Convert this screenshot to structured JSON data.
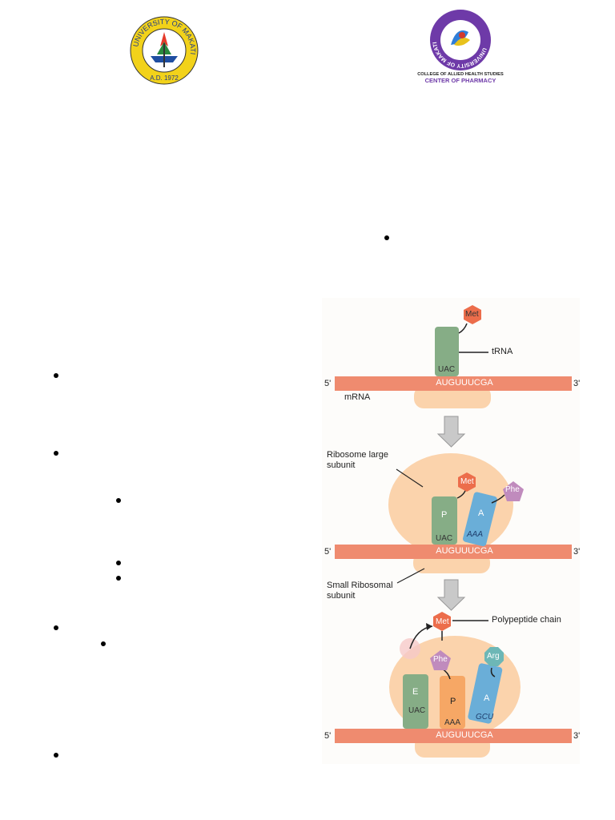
{
  "logos": {
    "left": {
      "ring_text": "UNIVERSITY OF MAKATI",
      "year": "A.D. 1972"
    },
    "right": {
      "ring_text": "UNIVERSITY OF MAKATI",
      "college": "COLLEGE OF ALLIED HEALTH STUDIES",
      "center": "CENTER OF PHARMACY"
    }
  },
  "colors": {
    "mrna": "#ef8b6f",
    "ribosome": "#fbd3ac",
    "trna_green": "#86ad86",
    "trna_blue": "#6aaed8",
    "trna_orange": "#f6a765",
    "met": "#ec6d4b",
    "phe": "#c08bbd",
    "arg": "#6db7b6",
    "arrow": "#c9c9c9",
    "logo_gold": "#f2d21a",
    "logo_blue": "#1f4ea1",
    "logo_purple": "#6e3aa8"
  },
  "diagram": {
    "panel1": {
      "five_prime": "5'",
      "three_prime": "3'",
      "sequence": "AUGUUUCGA",
      "mrna_label": "mRNA",
      "trna_label": "tRNA",
      "anticodon": "UAC",
      "amino_acid": "Met"
    },
    "panel2": {
      "large_subunit_label": "Ribosome large subunit",
      "small_subunit_label": "Small Ribosomal subunit",
      "five_prime": "5'",
      "three_prime": "3'",
      "sequence": "AUGUUUCGA",
      "p_site": "P",
      "a_site": "A",
      "p_anticodon": "UAC",
      "a_anticodon": "AAA",
      "met": "Met",
      "phe": "Phe"
    },
    "panel3": {
      "polypeptide_label": "Polypeptide chain",
      "five_prime": "5'",
      "three_prime": "3'",
      "sequence": "AUGUUUCGA",
      "e_site": "E",
      "p_site": "P",
      "a_site": "A",
      "e_anticodon": "UAC",
      "p_anticodon": "AAA",
      "a_anticodon": "GCU",
      "met": "Met",
      "phe": "Phe",
      "arg": "Arg"
    }
  }
}
